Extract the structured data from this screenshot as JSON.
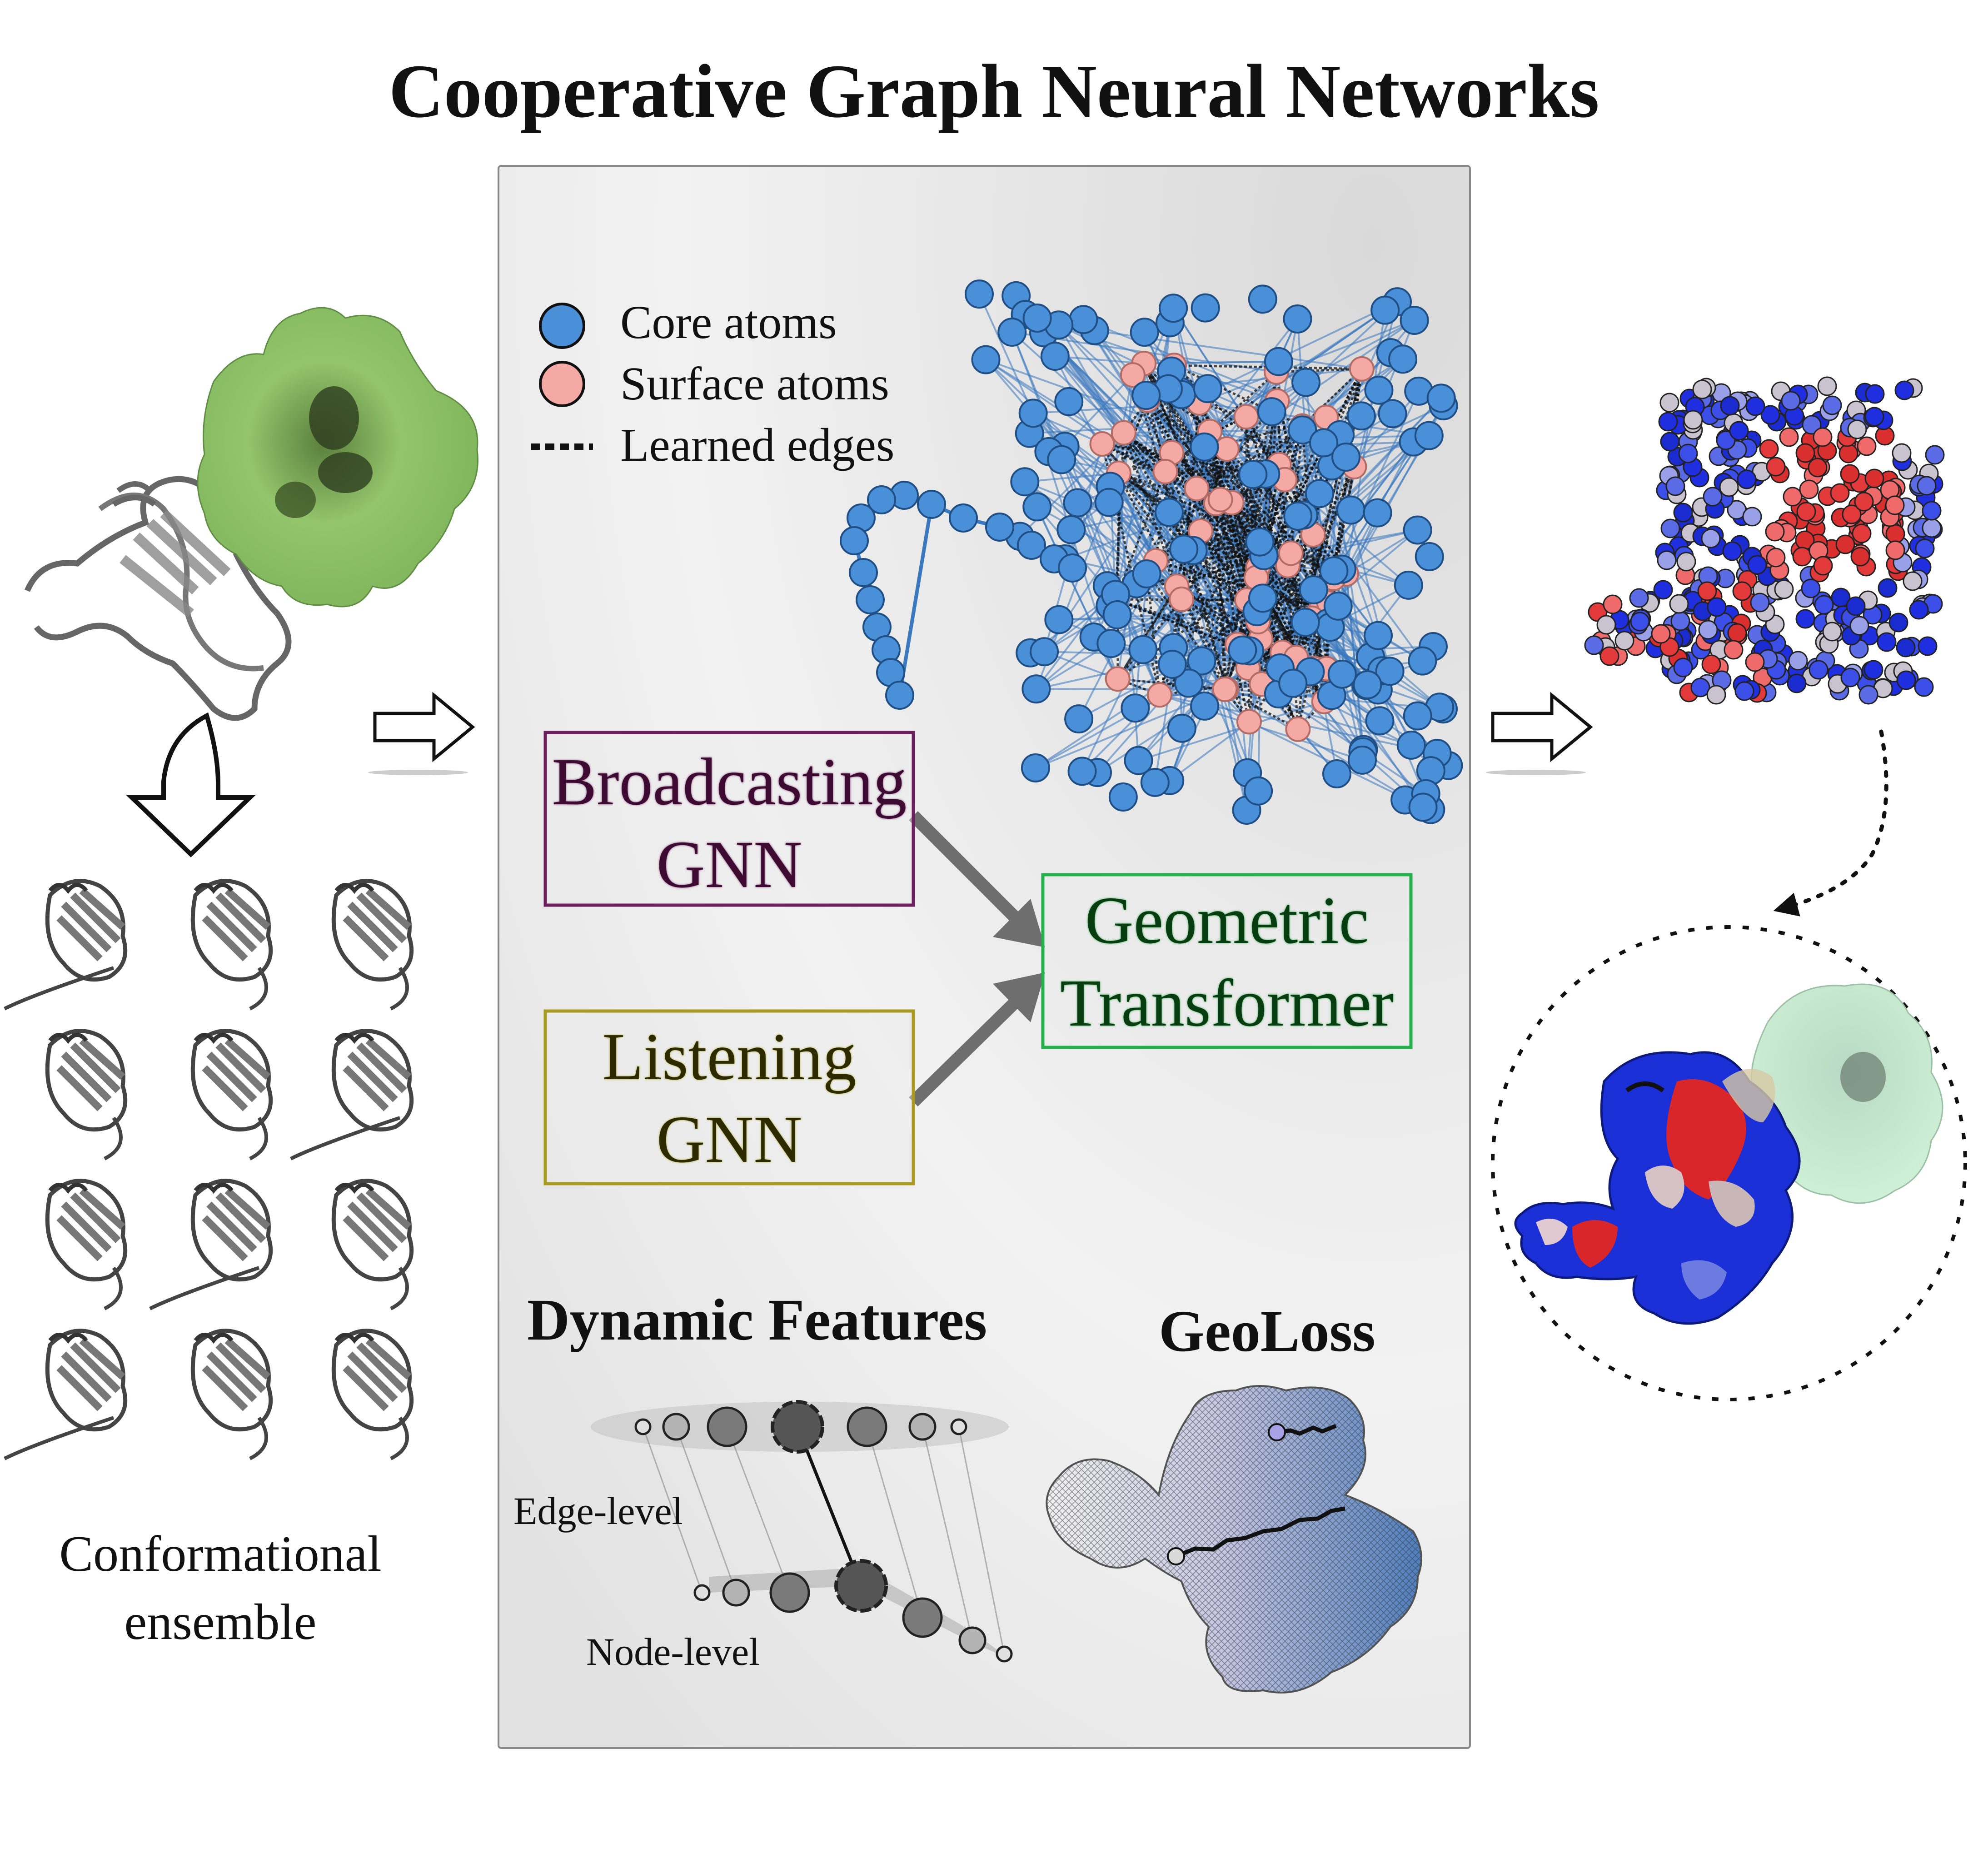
{
  "title": "Cooperative Graph Neural Networks",
  "legend": {
    "core": "Core atoms",
    "surface": "Surface atoms",
    "edges": "Learned edges"
  },
  "boxes": {
    "broadcasting": {
      "line1": "Broadcasting",
      "line2": "GNN"
    },
    "listening": {
      "line1": "Listening",
      "line2": "GNN"
    },
    "geometric": {
      "line1": "Geometric",
      "line2": "Transformer"
    }
  },
  "dynamic_features": {
    "title": "Dynamic Features",
    "edge_level": "Edge-level",
    "node_level": "Node-level"
  },
  "geoloss": "GeoLoss",
  "ensemble": {
    "line1": "Conformational",
    "line2": "ensemble"
  },
  "colors": {
    "core_atom": "#4a90d9",
    "surface_atom": "#f4a9a4",
    "broadcasting_border": "#6b1f5c",
    "listening_border": "#a89a1e",
    "geometric_border": "#22b14c",
    "protein_green": "#8fc46a",
    "panel_bg": "#e6e6e6"
  }
}
